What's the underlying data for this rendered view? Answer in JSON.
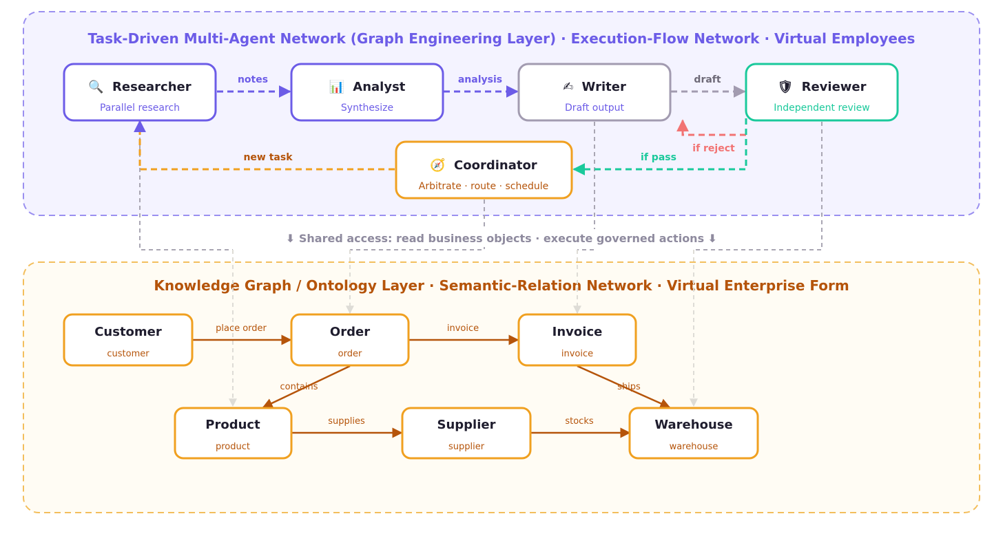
{
  "colors": {
    "agent_purple": "#6c5ce7",
    "agent_gray": "#a29bb0",
    "agent_green": "#1ac99b",
    "orange": "#f0a020",
    "brown": "#b5540a",
    "reject_red": "#f27373",
    "divider_gray": "#8e8a9e",
    "access_dash_gray": "#a9a6b3",
    "access_dash_light": "#dedcd6",
    "top_panel_bg": "#f4f3ff",
    "bottom_panel_bg": "#fffcf4"
  },
  "agent_layer": {
    "title": "Task-Driven Multi-Agent Network (Graph Engineering Layer) · Execution-Flow Network · Virtual Employees",
    "nodes": {
      "researcher": {
        "icon": "magnifier-icon",
        "glyph": "🔍",
        "title": "Researcher",
        "subtitle": "Parallel research"
      },
      "analyst": {
        "icon": "chart-icon",
        "glyph": "📊",
        "title": "Analyst",
        "subtitle": "Synthesize"
      },
      "writer": {
        "icon": "writing-hand-icon",
        "glyph": "✍",
        "title": "Writer",
        "subtitle": "Draft output"
      },
      "reviewer": {
        "icon": "shield-icon",
        "glyph": "🛡",
        "title": "Reviewer",
        "subtitle": "Independent review"
      },
      "coordinator": {
        "icon": "cog-icon",
        "glyph": "🧭",
        "title": "Coordinator",
        "subtitle": "Arbitrate · route · schedule"
      }
    },
    "edges": {
      "notes": "notes",
      "analysis": "analysis",
      "draft": "draft",
      "if_reject": "if reject",
      "if_pass": "if pass",
      "new_task": "new task"
    }
  },
  "divider_text": "⬇ Shared access: read business objects · execute governed actions ⬇",
  "ontology_layer": {
    "title": "Knowledge Graph / Ontology Layer · Semantic-Relation Network · Virtual Enterprise Form",
    "nodes": {
      "customer": {
        "title": "Customer",
        "subtitle": "customer"
      },
      "order": {
        "title": "Order",
        "subtitle": "order"
      },
      "invoice": {
        "title": "Invoice",
        "subtitle": "invoice"
      },
      "product": {
        "title": "Product",
        "subtitle": "product"
      },
      "supplier": {
        "title": "Supplier",
        "subtitle": "supplier"
      },
      "warehouse": {
        "title": "Warehouse",
        "subtitle": "warehouse"
      }
    },
    "edges": {
      "place_order": "place order",
      "invoice": "invoice",
      "contains": "contains",
      "ships": "ships",
      "supplies": "supplies",
      "stocks": "stocks"
    }
  }
}
